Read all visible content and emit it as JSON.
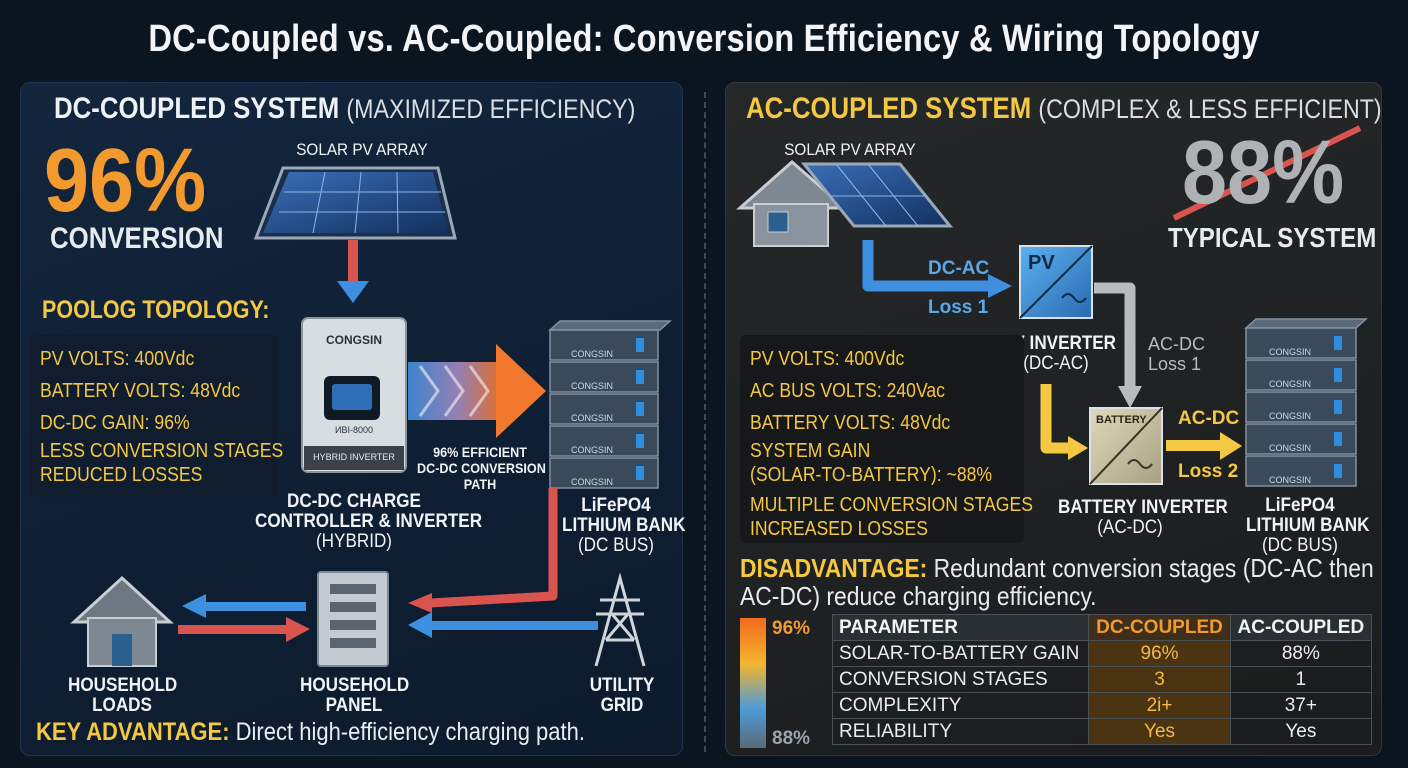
{
  "title": "DC-Coupled vs. AC-Coupled: Conversion Efficiency & Wiring Topology",
  "dc": {
    "header_main": "DC-COUPLED SYSTEM",
    "header_sub": "(MAXIMIZED EFFICIENCY)",
    "big_value": "96%",
    "big_label": "CONVERSION",
    "solar_label": "SOLAR PV ARRAY",
    "topology_title": "POOLOG TOPOLOGY:",
    "specs": [
      "PV VOLTS: 400Vdc",
      "BATTERY VOLTS: 48Vdc",
      "DC-DC GAIN: 96%"
    ],
    "note_lines": [
      "LESS CONVERSION STAGES",
      "REDUCED LOSSES"
    ],
    "inverter_brand": "CONGSIN",
    "inverter_model": "ИВI-8000",
    "inverter_badge": "HYBRID INVERTER",
    "inverter_label_lines": [
      "DC-DC CHARGE",
      "CONTROLLER & INVERTER"
    ],
    "inverter_label_sub": "(HYBRID)",
    "path_label_lines": [
      "96% EFFICIENT",
      "DC-DC CONVERSION",
      "PATH"
    ],
    "battery_brand": "CONGSIN",
    "battery_label_lines": [
      "LiFePO4",
      "LITHIUM BANK"
    ],
    "battery_label_sub": "(DC BUS)",
    "house_label_lines": [
      "HOUSEHOLD",
      "LOADS"
    ],
    "panel_label_lines": [
      "HOUSEHOLD",
      "PANEL"
    ],
    "grid_label_lines": [
      "UTILITY",
      "GRID"
    ],
    "key_bold": "KEY ADVANTAGE:",
    "key_text": " Direct high-efficiency charging path."
  },
  "ac": {
    "header_main": "AC-COUPLED SYSTEM",
    "header_sub": "(COMPLEX & LESS EFFICIENT)",
    "big_value": "88%",
    "big_label": "TYPICAL SYSTEM",
    "solar_label": "SOLAR PV ARRAY",
    "flow_dcac": "DC-AC",
    "loss1": "Loss 1",
    "pv_box": "PV",
    "pv_label": "PV INVERTER",
    "pv_label_sub": "(DC-AC)",
    "flow_acdc1": "AC-DC",
    "loss1b": "Loss 1",
    "specs": [
      "PV VOLTS: 400Vdc",
      "AC BUS VOLTS: 240Vac",
      "BATTERY VOLTS: 48Vdc",
      "SYSTEM GAIN",
      "(SOLAR-TO-BATTERY): ~88%"
    ],
    "note_lines": [
      "MULTIPLE CONVERSION STAGES",
      "INCREASED LOSSES"
    ],
    "batt_box": "BATTERY",
    "batt_inv_label": "BATTERY INVERTER",
    "batt_inv_sub": "(AC-DC)",
    "flow_acdc2": "AC-DC",
    "loss2": "Loss 2",
    "battery_brand": "CONGSIN",
    "battery_label_lines": [
      "LiFePO4",
      "LITHIUM BANK"
    ],
    "battery_label_sub": "(DC BUS)",
    "dis_bold": "DISADVANTAGE:",
    "dis_text_1": " Redundant conversion stages (DC-AC then",
    "dis_text_2": "AC-DC) reduce charging efficiency."
  },
  "scale": {
    "top": "96%",
    "bottom": "88%"
  },
  "table": {
    "headers": [
      "PARAMETER",
      "DC-COUPLED",
      "AC-COUPLED"
    ],
    "rows": [
      [
        "SOLAR-TO-BATTERY GAIN",
        "96%",
        "88%"
      ],
      [
        "CONVERSION STAGES",
        "3",
        "1"
      ],
      [
        "COMPLEXITY",
        "2i+",
        "37+"
      ],
      [
        "RELIABILITY",
        "Yes",
        "Yes"
      ]
    ]
  },
  "colors": {
    "accent_orange": "#f29a2e",
    "accent_yellow": "#f5c842",
    "dc_blue": "#3f8fe0",
    "loss_red": "#d9534f",
    "ac_gray": "#b8bcbf"
  }
}
